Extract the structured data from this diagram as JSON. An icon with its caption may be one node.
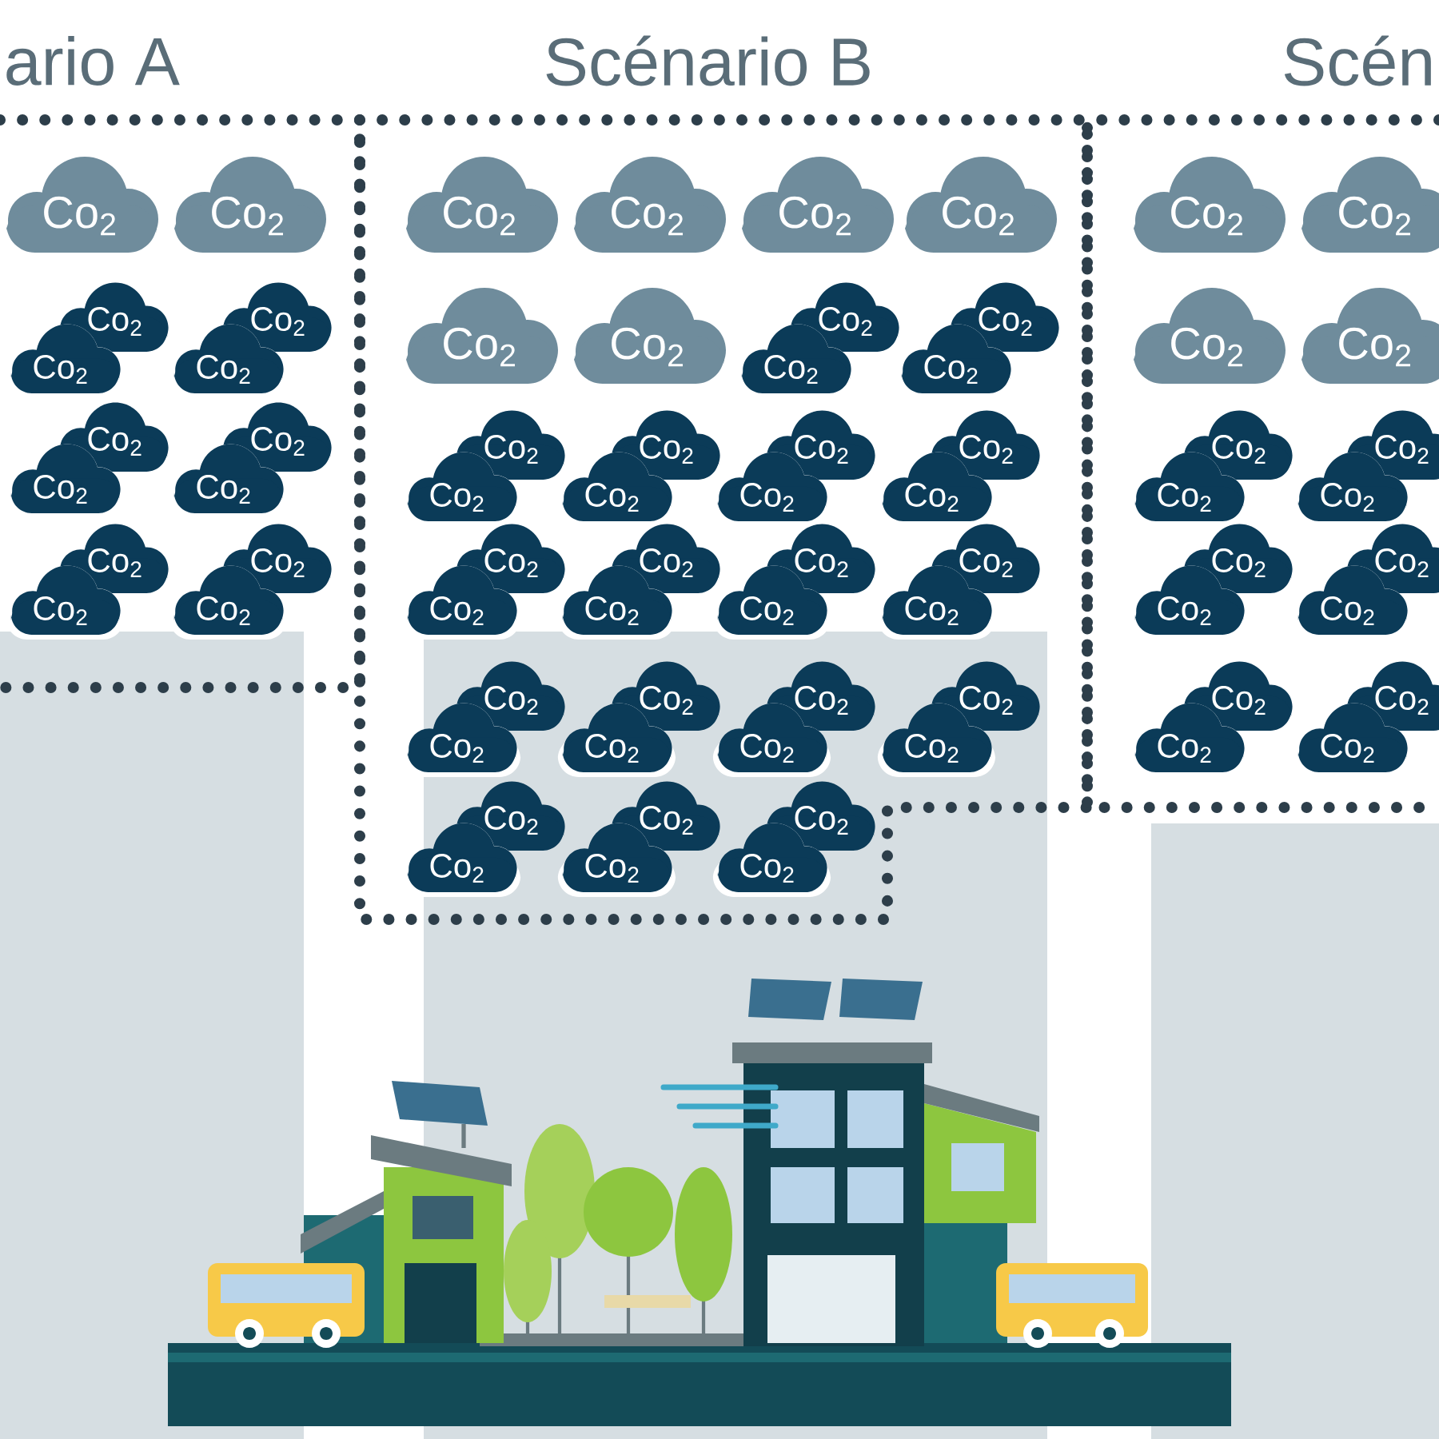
{
  "diagram": {
    "nodes": [
      {
        "text": [
          "ario A"
        ]
      },
      {
        "text": [
          "Co$_{2}$"
        ],
        "in": 0
      },
      {
        "text": [
          "Co$_{2}$"
        ],
        "in": 0
      },
      {
        "text": [
          "Co$_{2}$",
          "Co$_{2}$"
        ],
        "in": 0
      },
      {
        "text": [
          "Co$_{2}$",
          "Co$_{2}$"
        ],
        "in": 0
      },
      {
        "text": [
          "Co$_{2}$",
          "Co$_{2}$"
        ],
        "in": 0
      },
      {
        "text": [
          "Co$_{2}$",
          "Co$_{2}$"
        ],
        "in": 0
      },
      {
        "text": [
          "Co$_{2}$",
          "Co$_{2}$"
        ],
        "in": 0
      },
      {
        "text": [
          "Co$_{2}$",
          "Co$_{2}$"
        ],
        "in": 0
      },
      {
        "text": [
          "Scénario B"
        ]
      },
      {
        "text": [
          "Co$_{2}$"
        ],
        "in": 9
      },
      {
        "text": [
          "Co$_{2}$"
        ],
        "in": 9
      },
      {
        "text": [
          "Co$_{2}$"
        ],
        "in": 9
      },
      {
        "text": [
          "Co$_{2}$"
        ],
        "in": 9
      },
      {
        "text": [
          "Co$_{2}$"
        ],
        "in": 9
      },
      {
        "text": [
          "Co$_{2}$"
        ],
        "in": 9
      },
      {
        "text": [
          "Co$_{2}$",
          "Co$_{2}$"
        ],
        "in": 9
      },
      {
        "text": [
          "Co$_{2}$",
          "Co$_{2}$"
        ],
        "in": 9
      },
      {
        "text": [
          "Co$_{2}$",
          "Co$_{2}$"
        ],
        "in": 9
      },
      {
        "text": [
          "Co$_{2}$",
          "Co$_{2}$"
        ],
        "in": 9
      },
      {
        "text": [
          "Co$_{2}$",
          "Co$_{2}$"
        ],
        "in": 9
      },
      {
        "text": [
          "Co$_{2}$",
          "Co$_{2}$"
        ],
        "in": 9
      },
      {
        "text": [
          "Co$_{2}$",
          "Co$_{2}$"
        ],
        "in": 9
      },
      {
        "text": [
          "Co$_{2}$",
          "Co$_{2}$"
        ],
        "in": 9
      },
      {
        "text": [
          "Co$_{2}$",
          "Co$_{2}$"
        ],
        "in": 9
      },
      {
        "text": [
          "Co$_{2}$",
          "Co$_{2}$"
        ],
        "in": 9
      },
      {
        "text": [
          "Co$_{2}$",
          "Co$_{2}$"
        ],
        "in": 9
      },
      {
        "text": [
          "Co$_{2}$",
          "Co$_{2}$"
        ],
        "in": 9
      },
      {
        "text": [
          "Co$_{2}$",
          "Co$_{2}$"
        ],
        "in": 9
      },
      {
        "text": [
          "Co$_{2}$",
          "Co$_{2}$"
        ],
        "in": 9
      },
      {
        "text": [
          "Co$_{2}$",
          "Co$_{2}$"
        ],
        "in": 9
      },
      {
        "text": [
          "Co$_{2}$",
          "Co$_{2}$"
        ],
        "in": 9
      },
      {
        "text": [
          "Co$_{2}$",
          "Co$_{2}$"
        ],
        "in": 9
      },
      {
        "text": [
          "Scén"
        ]
      },
      {
        "text": [
          "Co$_{2}$"
        ],
        "in": 33
      },
      {
        "text": [
          "Co$_{2}$"
        ],
        "in": 33
      },
      {
        "text": [
          "Co$_{2}$"
        ],
        "in": 33
      },
      {
        "text": [
          "Co$_{2}$"
        ],
        "in": 33
      },
      {
        "text": [
          "Co$_{2}$",
          "Co$_{2}$"
        ],
        "in": 33
      },
      {
        "text": [
          "Co$_{2}$",
          "Co$_{2}$"
        ],
        "in": 33
      },
      {
        "text": [
          "Co$_{2}$",
          "Co$_{2}$"
        ],
        "in": 33
      },
      {
        "text": [
          "Co$_{2}$",
          "Co$_{2}$"
        ],
        "in": 33
      },
      {
        "text": [
          "Co$_{2}$",
          "Co$_{2}$"
        ],
        "in": 33
      },
      {
        "text": [
          "Co$_{2}$",
          "Co$_{2}$"
        ],
        "in": 33
      }
    ]
  }
}
